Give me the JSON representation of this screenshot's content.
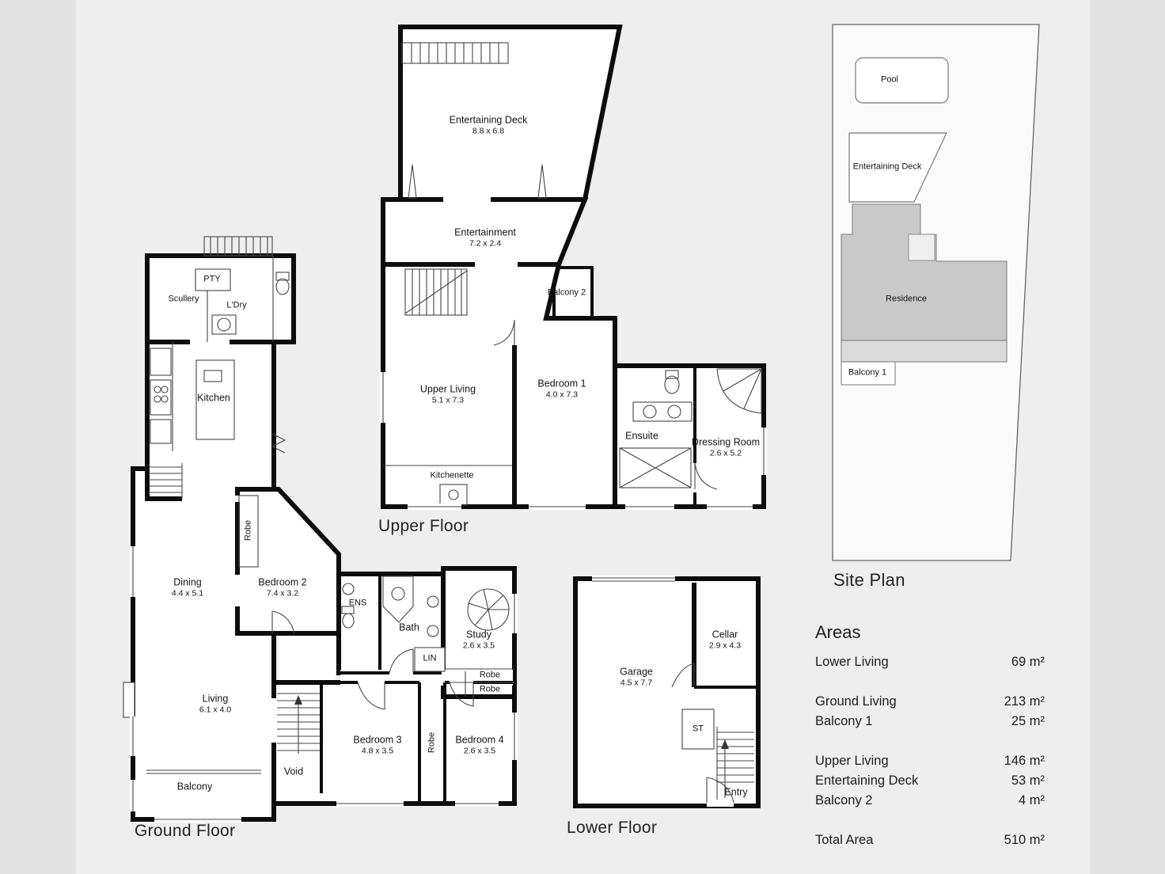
{
  "floors": {
    "upper": {
      "title": "Upper Floor",
      "rooms": [
        {
          "name": "Entertaining Deck",
          "dims": "8.8 x 6.8"
        },
        {
          "name": "Entertainment",
          "dims": "7.2 x 2.4"
        },
        {
          "name": "Balcony 2",
          "dims": ""
        },
        {
          "name": "Upper Living",
          "dims": "5.1 x 7.3"
        },
        {
          "name": "Bedroom 1",
          "dims": "4.0 x 7.3"
        },
        {
          "name": "Ensuite",
          "dims": ""
        },
        {
          "name": "Dressing Room",
          "dims": "2.6 x 5.2"
        },
        {
          "name": "Kitchenette",
          "dims": ""
        }
      ]
    },
    "ground": {
      "title": "Ground Floor",
      "rooms": [
        {
          "name": "Scullery",
          "dims": ""
        },
        {
          "name": "PTY",
          "dims": ""
        },
        {
          "name": "L'Dry",
          "dims": ""
        },
        {
          "name": "Kitchen",
          "dims": ""
        },
        {
          "name": "Dining",
          "dims": "4.4 x 5.1"
        },
        {
          "name": "Robe",
          "dims": ""
        },
        {
          "name": "Bedroom 2",
          "dims": "7.4 x 3.2"
        },
        {
          "name": "ENS",
          "dims": ""
        },
        {
          "name": "Bath",
          "dims": ""
        },
        {
          "name": "Study",
          "dims": "2.6 x 3.5"
        },
        {
          "name": "LIN",
          "dims": ""
        },
        {
          "name": "Robe",
          "dims": ""
        },
        {
          "name": "Robe",
          "dims": ""
        },
        {
          "name": "Living",
          "dims": "6.1 x 4.0"
        },
        {
          "name": "Bedroom 3",
          "dims": "4.8 x 3.5"
        },
        {
          "name": "Robe",
          "dims": ""
        },
        {
          "name": "Bedroom 4",
          "dims": "2.6 x 3.5"
        },
        {
          "name": "Void",
          "dims": ""
        },
        {
          "name": "Balcony",
          "dims": ""
        }
      ]
    },
    "lower": {
      "title": "Lower Floor",
      "rooms": [
        {
          "name": "Garage",
          "dims": "4.5 x 7.7"
        },
        {
          "name": "Cellar",
          "dims": "2.9 x 4.3"
        },
        {
          "name": "ST",
          "dims": ""
        },
        {
          "name": "Entry",
          "dims": ""
        }
      ]
    }
  },
  "site": {
    "title": "Site Plan",
    "items": [
      {
        "label": "Pool"
      },
      {
        "label": "Entertaining Deck"
      },
      {
        "label": "Residence"
      },
      {
        "label": "Balcony 1"
      }
    ]
  },
  "areas": {
    "title": "Areas",
    "rows": [
      {
        "label": "Lower Living",
        "value": "69 m²"
      },
      {
        "label": "Ground Living",
        "value": "213 m²"
      },
      {
        "label": "Balcony 1",
        "value": "25 m²"
      },
      {
        "label": "Upper Living",
        "value": "146 m²"
      },
      {
        "label": "Entertaining Deck",
        "value": "53 m²"
      },
      {
        "label": "Balcony 2",
        "value": "4 m²"
      },
      {
        "label": "Total Area",
        "value": "510 m²"
      }
    ]
  }
}
